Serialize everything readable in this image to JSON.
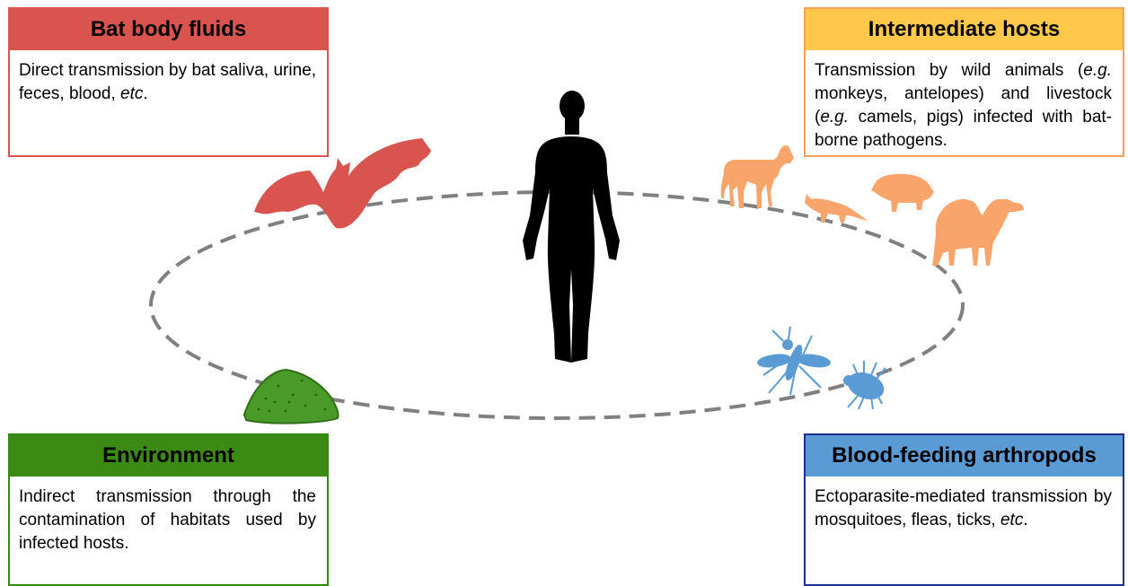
{
  "boxes": {
    "bat": {
      "title": "Bat body fluids",
      "text_1": "Direct transmission by bat saliva, urine, feces, blood, ",
      "text_em": "etc",
      "text_2": "."
    },
    "intermediate": {
      "title": "Intermediate hosts",
      "t1": "Transmission by wild animals (",
      "em1": "e.g.",
      "t2": " monkeys, antelopes) and livestock (",
      "em2": "e.g.",
      "t3": " camels, pigs) infected with bat-borne pathogens."
    },
    "environment": {
      "title": "Environment",
      "text": "Indirect transmission through the contamination of habitats used by infected hosts."
    },
    "arthropods": {
      "title": "Blood-feeding arthropods",
      "text_1": "Ectoparasite-mediated transmission by mosquitoes, fleas, ticks, ",
      "text_em": "etc",
      "text_2": "."
    }
  },
  "colors": {
    "bat": "#d9534f",
    "intermediate_header": "#ffc84a",
    "intermediate_border": "#f6a05a",
    "environment": "#3a8a14",
    "arthropods_header": "#5b9bd5",
    "arthropods_border": "#1d2f8f",
    "animals": "#f9a46a",
    "arthropod_icons": "#5b9bd5",
    "soil": "#4a9a2a",
    "human": "#000000",
    "cycle": "#808080"
  },
  "icons": [
    "bat-icon",
    "human-icon",
    "horse-icon",
    "fox-icon",
    "pig-icon",
    "camel-icon",
    "mosquito-icon",
    "tick-icon",
    "soil-mound-icon"
  ]
}
